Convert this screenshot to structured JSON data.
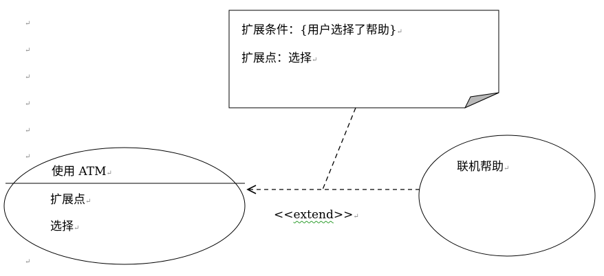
{
  "paragraph_mark": "↵",
  "note": {
    "line1": "扩展条件：{用户选择了帮助}",
    "line2": "扩展点：选择"
  },
  "use_case_atm": {
    "title": "使用 ATM",
    "extension_point_heading": "扩展点",
    "extension_point": "选择"
  },
  "use_case_help": {
    "title": "联机帮助"
  },
  "relationship": {
    "stereotype_open": "<<",
    "stereotype_keyword": "extend",
    "stereotype_close": ">>"
  },
  "colors": {
    "line": "#000000",
    "paragraph_mark": "#8a8a8a",
    "note_fold": "#b8b8b8",
    "spellcheck_underline": "#2f9e2f"
  }
}
